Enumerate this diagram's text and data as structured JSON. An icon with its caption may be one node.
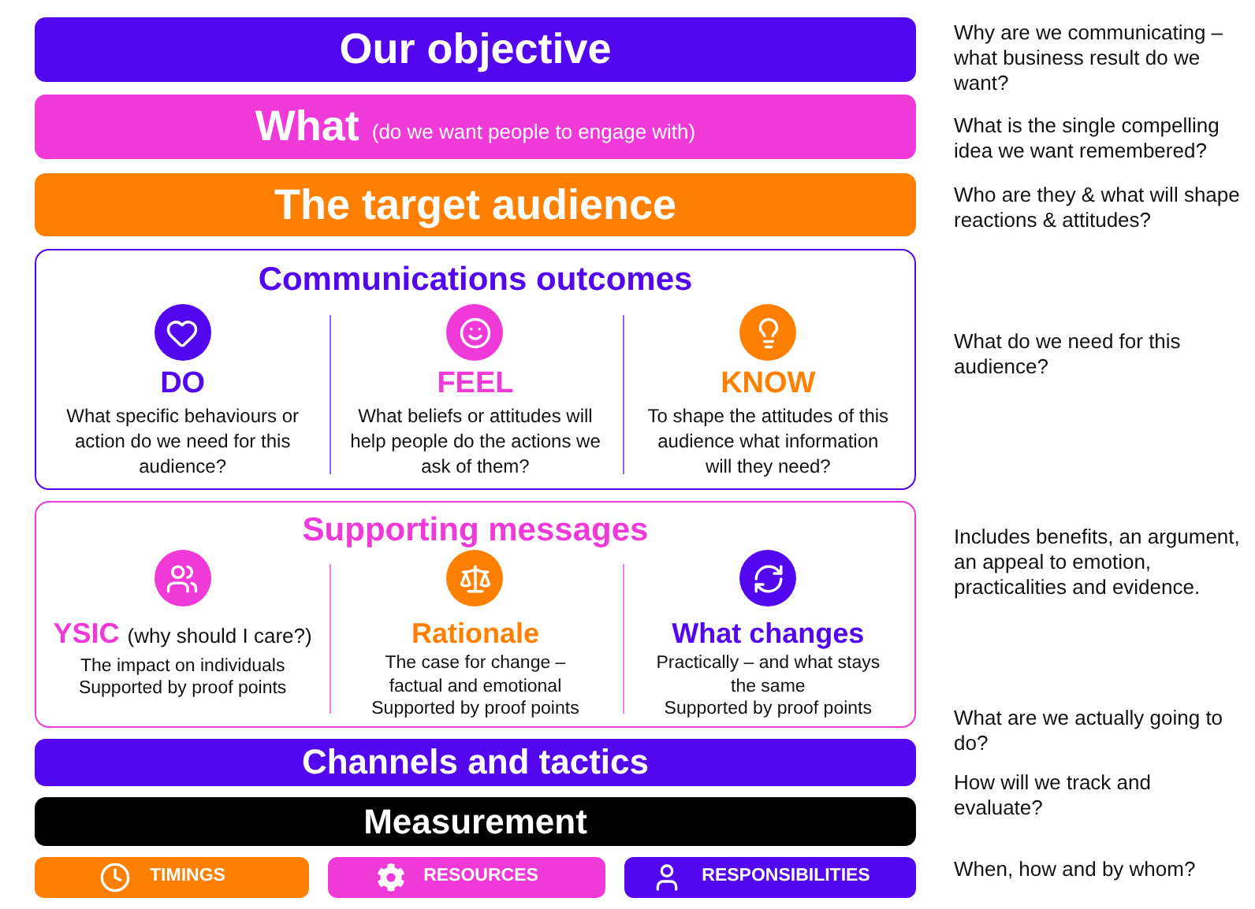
{
  "diagram": {
    "nodes": [
      {
        "text": [
          "Our objective"
        ],
        "beside": [
          "Why are we communicating – what business result do we want?"
        ]
      },
      {
        "text": [
          "What",
          "(do we want people to engage with)"
        ],
        "beside": [
          "What is the single compelling idea we want remembered?"
        ]
      },
      {
        "text": [
          "The target audience"
        ],
        "beside": [
          "Who are they & what will shape reactions & attitudes?"
        ]
      },
      {
        "text": [
          "Communications outcomes",
          "DO",
          "What specific behaviours or action do we need for this audience?",
          "FEEL",
          "What beliefs or attitudes will help people do the actions we ask of them?",
          "KNOW",
          "To shape the attitudes of this audience what information will they need?"
        ],
        "beside": [
          "What do we need for this audience?"
        ]
      },
      {
        "text": [
          "Supporting messages",
          "YSIC",
          "(why should I care?)",
          "The impact on individuals",
          "Supported by proof points",
          "Rationale",
          "The case for change – factual and emotional",
          "Supported by proof points",
          "What changes",
          "Practically – and what stays the same",
          "Supported by proof points"
        ],
        "beside": [
          "Includes benefits, an argument, an appeal to emotion, practicalities and evidence."
        ]
      },
      {
        "text": [
          "Channels and tactics"
        ],
        "beside": [
          "What are we actually going to do?"
        ]
      },
      {
        "text": [
          "Measurement"
        ],
        "beside": [
          "How will we track and evaluate?"
        ]
      },
      {
        "text": [
          "TIMINGS"
        ]
      },
      {
        "text": [
          "RESOURCES"
        ]
      },
      {
        "text": [
          "RESPONSIBILITIES"
        ]
      }
    ],
    "labels": [
      "When, how and by whom?"
    ]
  }
}
